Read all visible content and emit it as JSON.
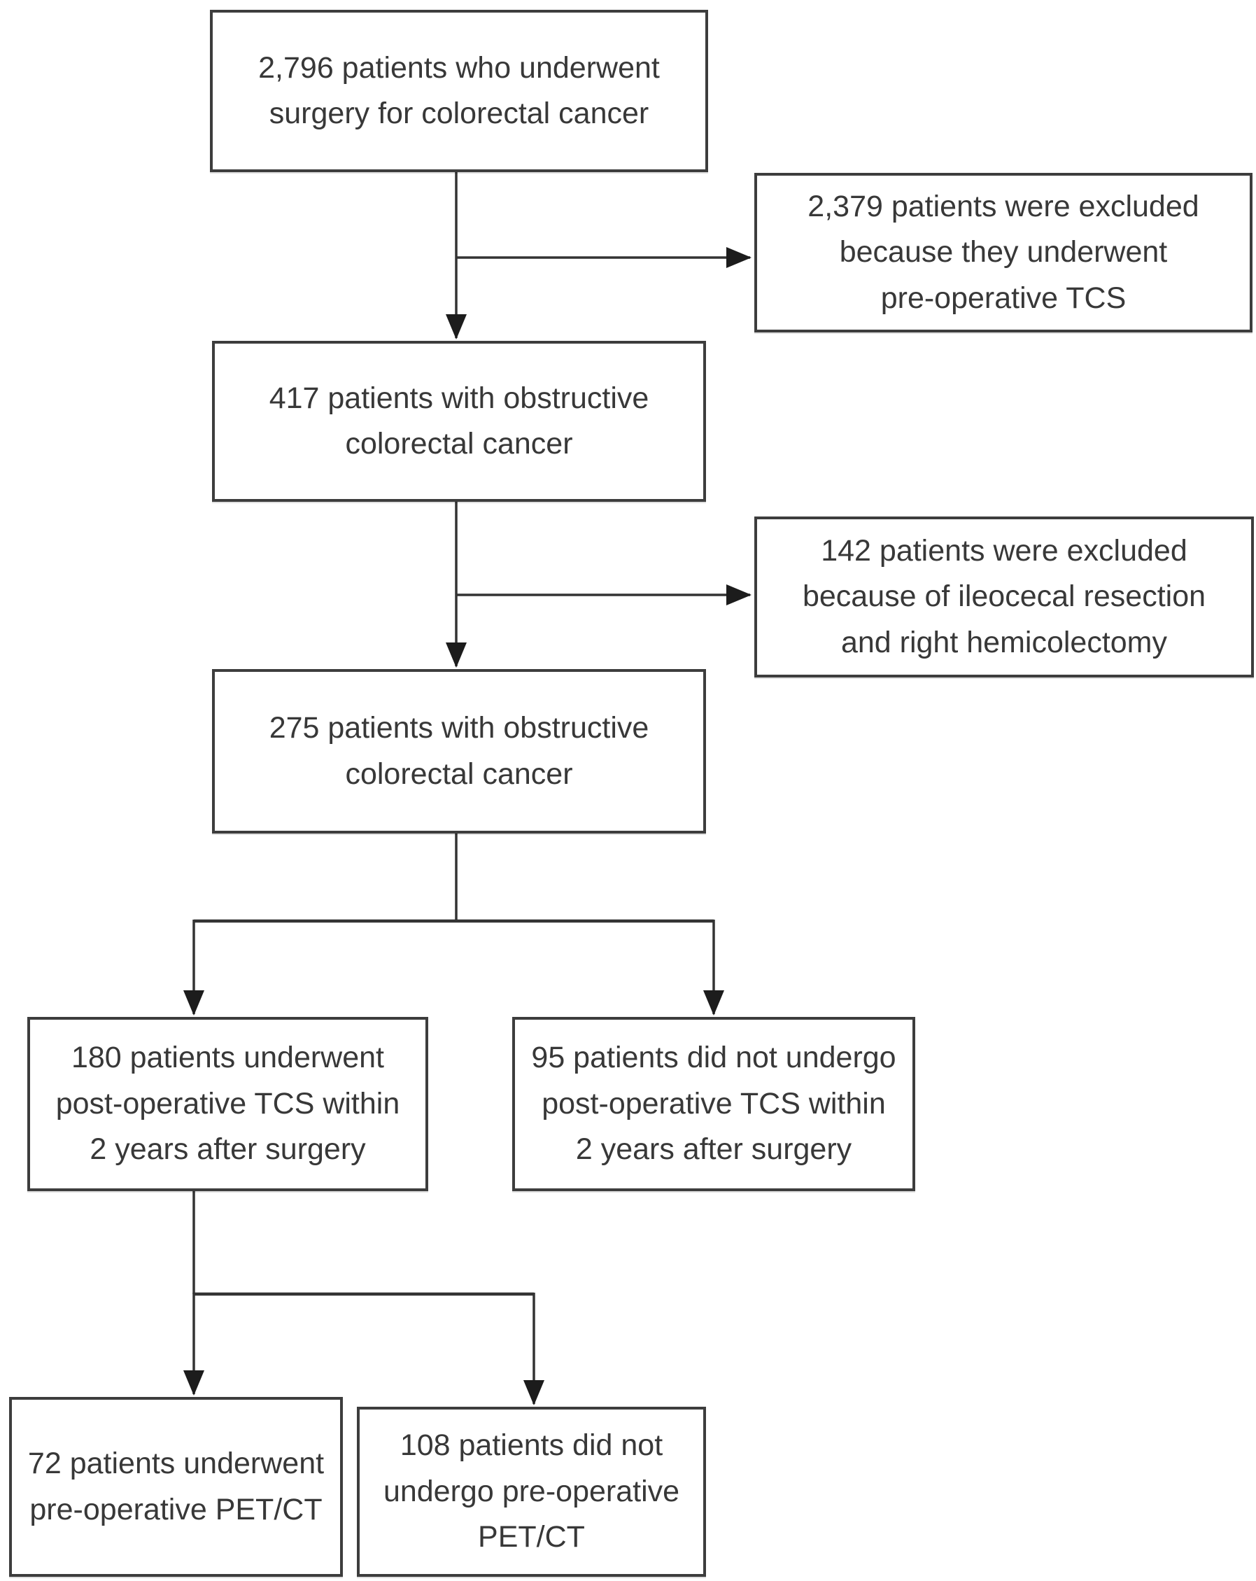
{
  "figure": {
    "kind": "patient-flow-diagram",
    "background_color": "#ffffff",
    "line_color": "#333333",
    "border_color": "#3d3d3d",
    "text_color": "#383838",
    "boxes": [
      {
        "id": "box-2796-surgery",
        "count": 2796,
        "text": "2,796 patients who underwent\nsurgery for colorectal cancer"
      },
      {
        "id": "box-2379-excluded",
        "count": 2379,
        "text": "2,379 patients were excluded\nbecause they underwent\npre-operative TCS"
      },
      {
        "id": "box-417-obstructive",
        "count": 417,
        "text": "417 patients with obstructive\ncolorectal cancer"
      },
      {
        "id": "box-142-excluded",
        "count": 142,
        "text": "142 patients were excluded\nbecause of ileocecal resection\nand right hemicolectomy"
      },
      {
        "id": "box-275-obstructive",
        "count": 275,
        "text": "275 patients with obstructive\ncolorectal cancer"
      },
      {
        "id": "box-180-postop-tcs",
        "count": 180,
        "text": "180 patients underwent\npost-operative TCS within\n2 years after surgery"
      },
      {
        "id": "box-95-no-postop-tcs",
        "count": 95,
        "text": "95 patients did not undergo\npost-operative TCS within\n2 years after surgery"
      },
      {
        "id": "box-72-petct",
        "count": 72,
        "text": "72 patients underwent\npre-operative PET/CT"
      },
      {
        "id": "box-108-no-petct",
        "count": 108,
        "text": "108 patients did not\nundergo pre-operative\nPET/CT"
      }
    ],
    "edges": [
      {
        "from": "box-2796-surgery",
        "to": "box-2379-excluded"
      },
      {
        "from": "box-2796-surgery",
        "to": "box-417-obstructive"
      },
      {
        "from": "box-417-obstructive",
        "to": "box-142-excluded"
      },
      {
        "from": "box-417-obstructive",
        "to": "box-275-obstructive"
      },
      {
        "from": "box-275-obstructive",
        "to": "box-180-postop-tcs"
      },
      {
        "from": "box-275-obstructive",
        "to": "box-95-no-postop-tcs"
      },
      {
        "from": "box-180-postop-tcs",
        "to": "box-72-petct"
      },
      {
        "from": "box-180-postop-tcs",
        "to": "box-108-no-petct"
      }
    ]
  }
}
